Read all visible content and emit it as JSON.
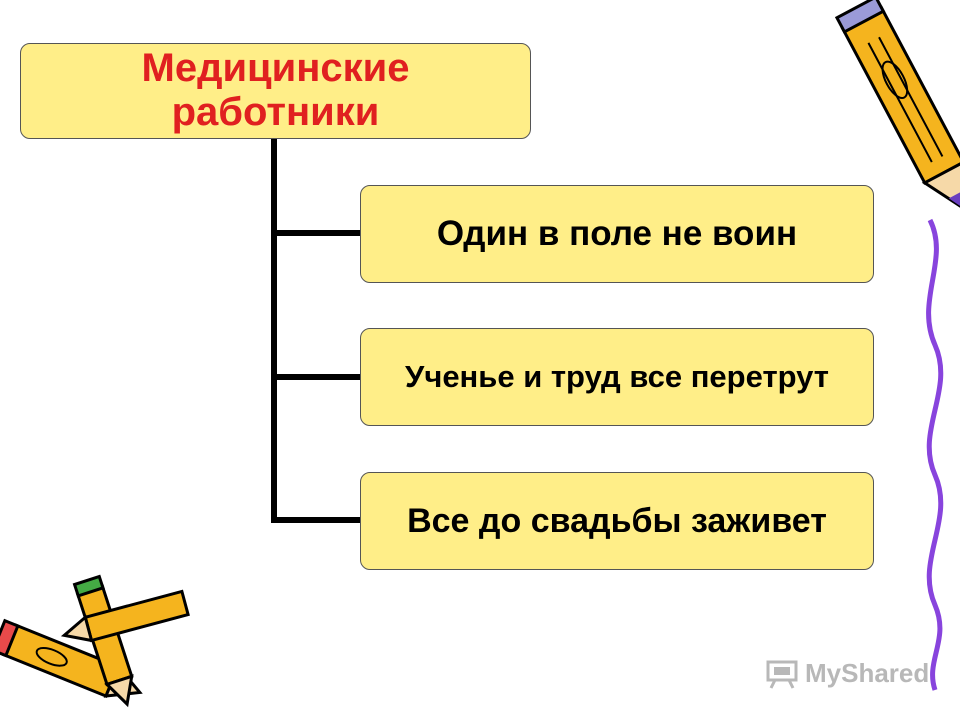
{
  "root": {
    "label": "Медицинские\nработники",
    "color": "#e02020"
  },
  "children": [
    {
      "label": "Один в поле не воин"
    },
    {
      "label": "Ученье и труд все перетрут"
    },
    {
      "label": "Все до свадьбы заживет"
    }
  ],
  "colors": {
    "box_fill": "#ffee88",
    "connector": "#000000",
    "border_line": "#8844dd"
  },
  "watermark": {
    "text": "MyShared",
    "icon": "presentation-icon"
  },
  "decorations": [
    "pencil-icon",
    "pencil-icon",
    "pencil-icon",
    "pencil-icon"
  ]
}
